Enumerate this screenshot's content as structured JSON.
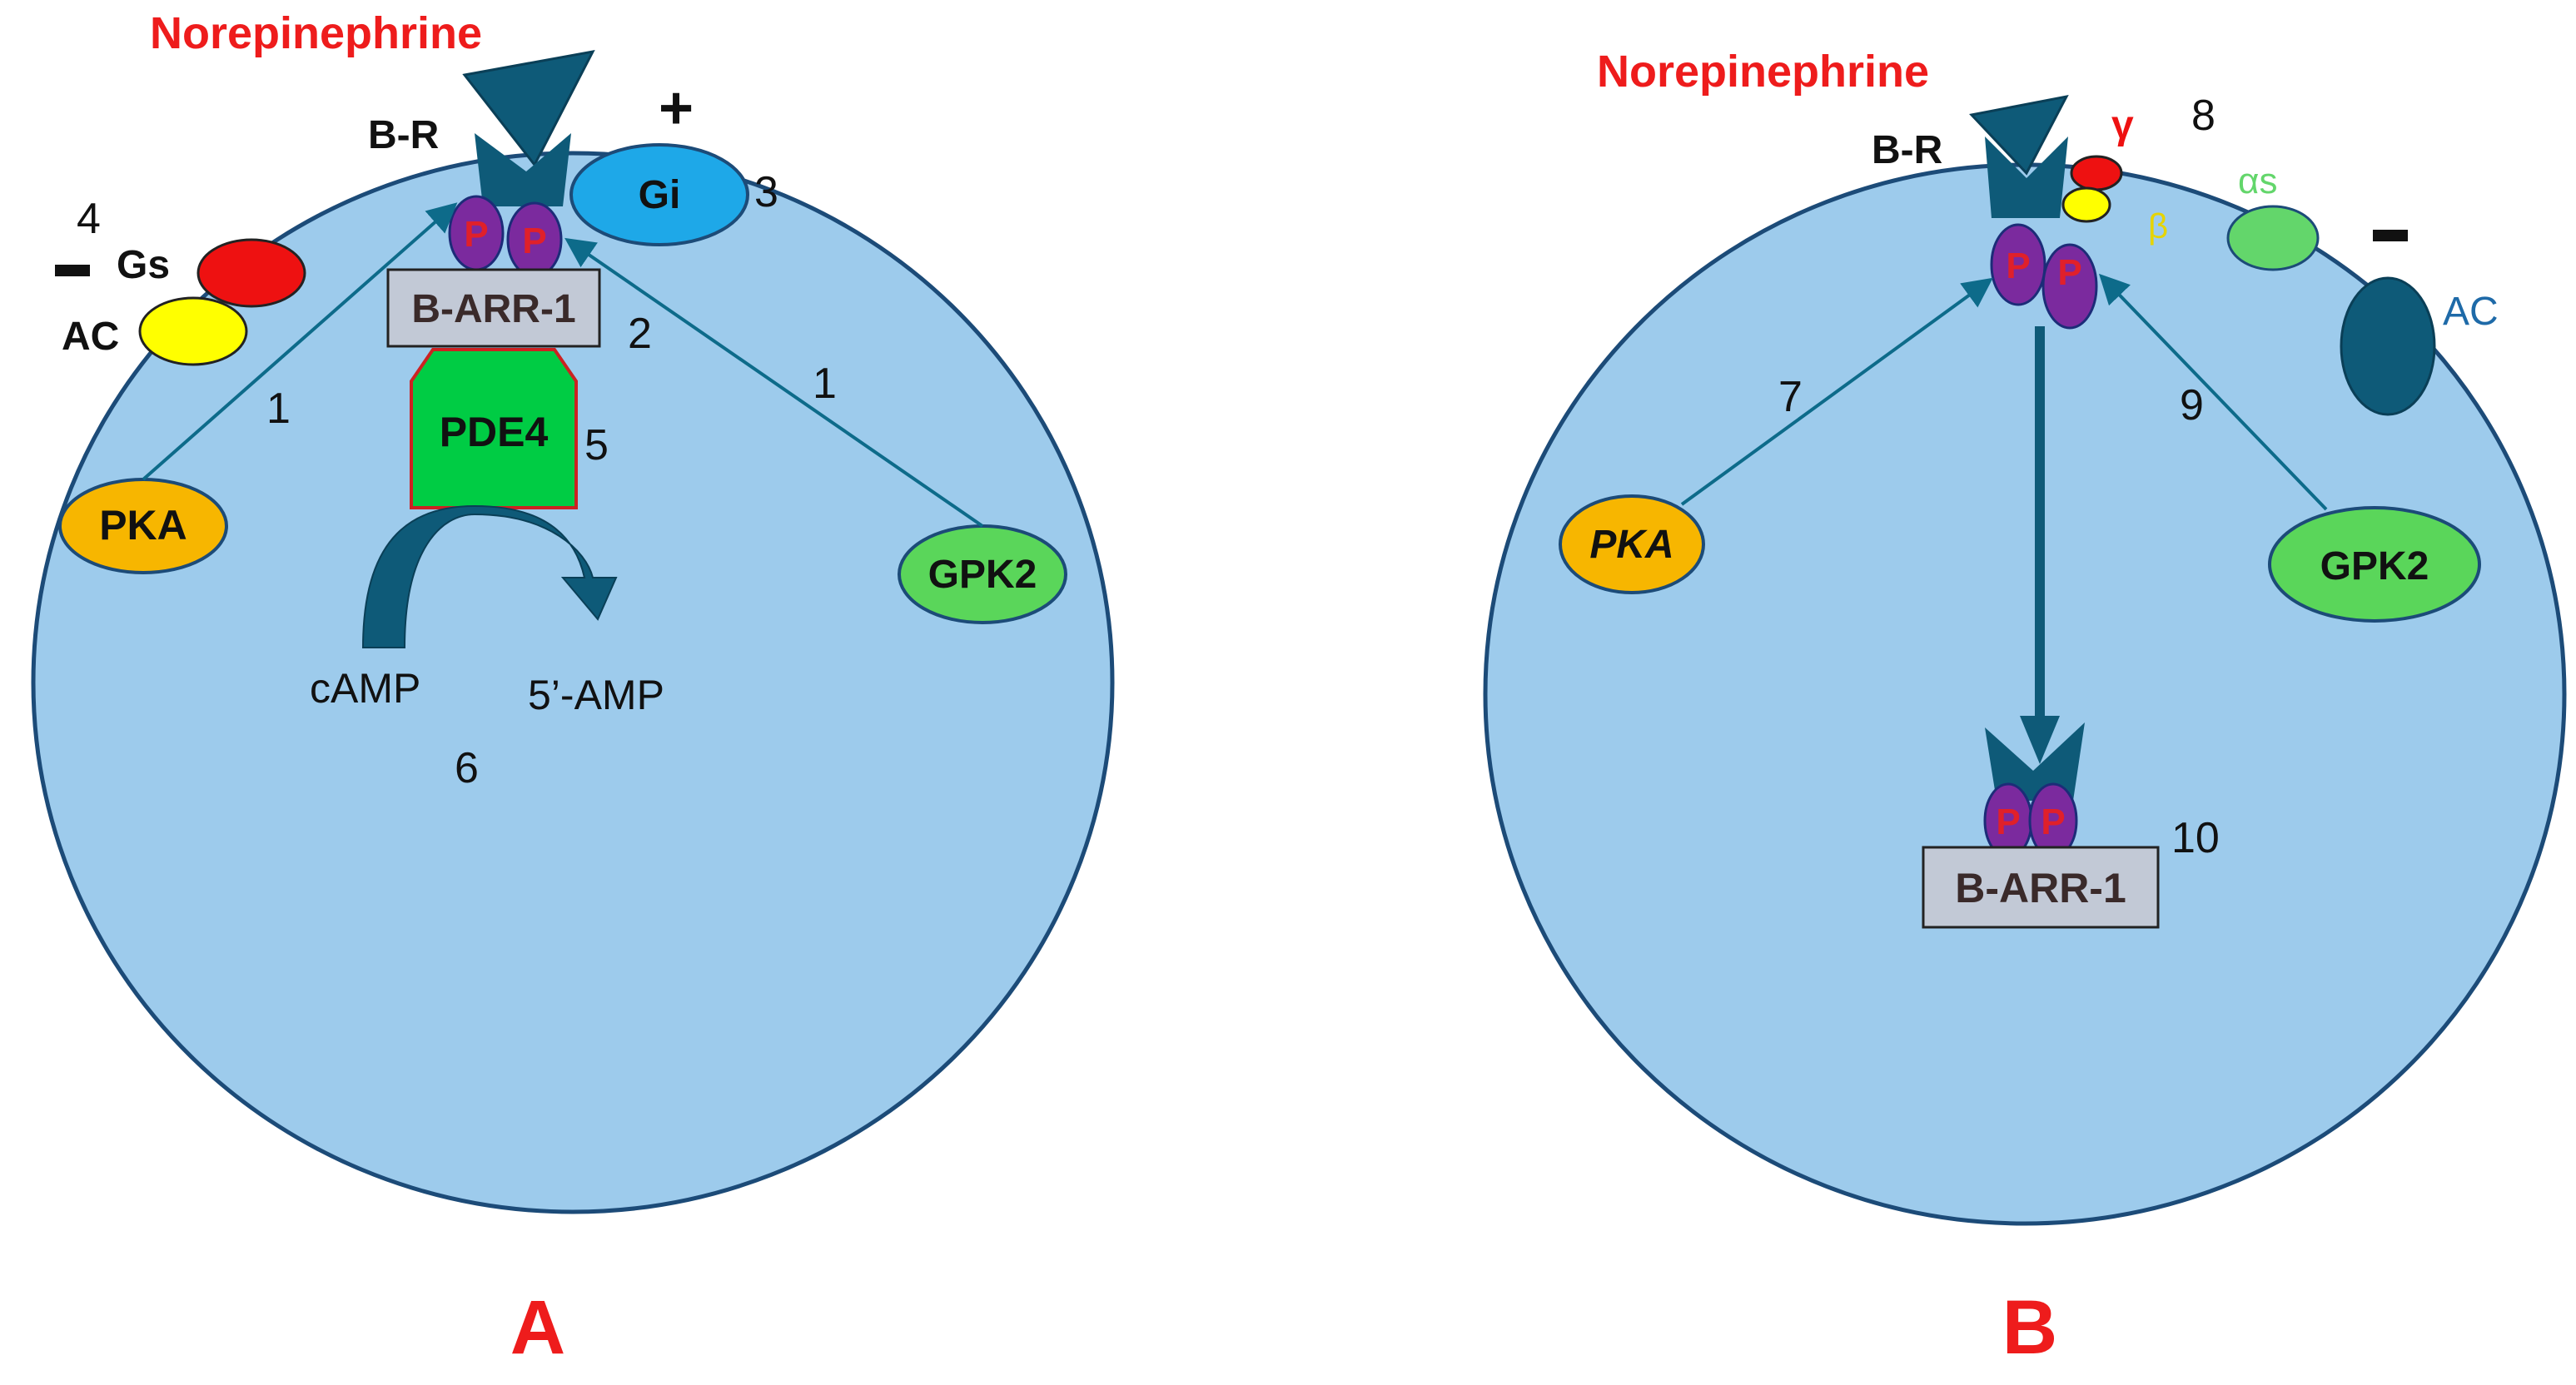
{
  "colors": {
    "cell": "#9dcbec",
    "cell_stroke": "#1c4b78",
    "receptor": "#0e5a78",
    "phospho": "#7b2a9e",
    "phospho_text": "#e0202a",
    "red_label": "#ee1c1c",
    "arrow": "#0d6b8a",
    "pka": "#f7b600",
    "gpk2": "#5ad65a",
    "gi": "#1ea8e8",
    "gs": "#ee1111",
    "ac_a": "#ffff00",
    "as": "#63d66b",
    "ac_b": "#0e5a78",
    "pde4": "#00cc44",
    "barr_box": "#c2c9d6"
  },
  "panel_a": {
    "letter": "A",
    "ligand": "Norepinephrine",
    "receptor_label": "B-R",
    "phospho": [
      "P",
      "P"
    ],
    "barr": "B-ARR-1",
    "pde4": "PDE4",
    "camp": "cAMP",
    "amp": "5’-AMP",
    "pka": "PKA",
    "gpk2": "GPK2",
    "gi": "Gi",
    "gs": "Gs",
    "ac": "AC",
    "plus": "+",
    "minus": "−",
    "numbers": {
      "n1_left": "1",
      "n1_right": "1",
      "n2": "2",
      "n3": "3",
      "n4": "4",
      "n5": "5",
      "n6": "6"
    }
  },
  "panel_b": {
    "letter": "B",
    "ligand": "Norepinephrine",
    "receptor_label": "B-R",
    "phospho": [
      "P",
      "P"
    ],
    "phospho_lower": [
      "P",
      "P"
    ],
    "gamma": "γ",
    "beta": "β",
    "alpha_s": "αs",
    "ac": "AC",
    "minus": "−",
    "pka": "PKA",
    "gpk2": "GPK2",
    "barr": "B-ARR-1",
    "numbers": {
      "n7": "7",
      "n8": "8",
      "n9": "9",
      "n10": "10"
    }
  }
}
